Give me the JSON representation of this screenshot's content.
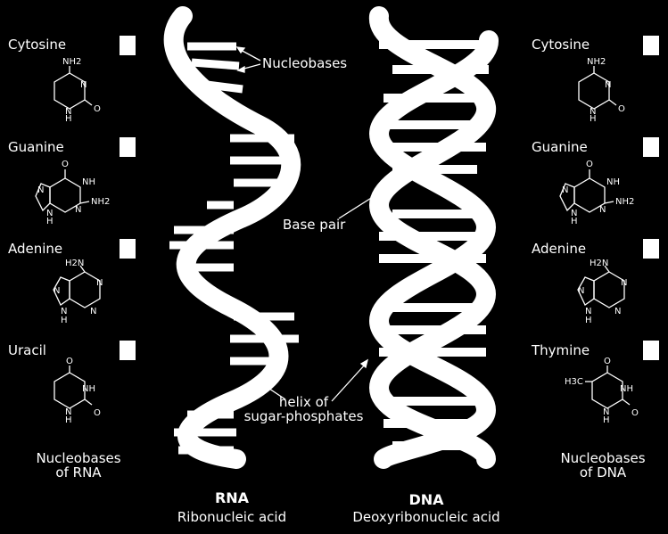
{
  "rna": {
    "title": "RNA",
    "subtitle": "Ribonucleic acid",
    "caption_line1": "Nucleobases",
    "caption_line2": "of RNA",
    "bases": [
      "Cytosine",
      "Guanine",
      "Adenine",
      "Uracil"
    ]
  },
  "dna": {
    "title": "DNA",
    "subtitle": "Deoxyribonucleic acid",
    "caption_line1": "Nucleobases",
    "caption_line2": "of DNA",
    "bases": [
      "Cytosine",
      "Guanine",
      "Adenine",
      "Thymine"
    ]
  },
  "annotations": {
    "nucleobases": "Nucleobases",
    "base_pair": "Base pair",
    "helix_line1": "helix of",
    "helix_line2": "sugar-phosphates"
  },
  "molecules": {
    "cytosine": {
      "nh2": "NH2",
      "n_top": "N",
      "n_bot": "N",
      "h": "H",
      "o": "O"
    },
    "guanine": {
      "o": "O",
      "nh": "NH",
      "nh2": "NH2",
      "n_left": "N",
      "n_mid": "N",
      "n_low": "N",
      "h": "H"
    },
    "adenine": {
      "h2n": "H2N",
      "n_left": "N",
      "n_right": "N",
      "n_low": "N",
      "n_bot": "N",
      "h": "H"
    },
    "uracil": {
      "o_top": "O",
      "nh": "NH",
      "n": "N",
      "h": "H",
      "o": "O"
    },
    "thymine": {
      "ch3": "H3C",
      "o_top": "O",
      "nh": "NH",
      "n": "N",
      "h": "H",
      "o": "O"
    }
  }
}
